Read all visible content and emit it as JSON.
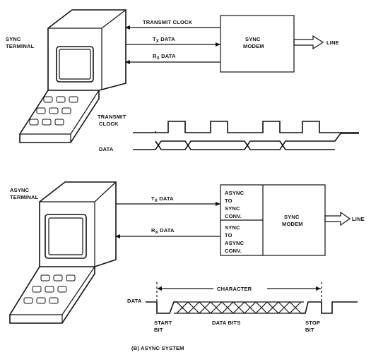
{
  "sync": {
    "terminal_label": [
      "SYNC",
      "TERMINAL"
    ],
    "transmit_clock_label": "TRANSMIT CLOCK",
    "tx_data_label": {
      "main": "T",
      "sub": "X",
      "rest": " DATA"
    },
    "rx_data_label": {
      "main": "R",
      "sub": "X",
      "rest": " DATA"
    },
    "modem_label": [
      "SYNC",
      "MODEM"
    ],
    "line_label": "LINE",
    "timing_clock_label": [
      "TRANSMIT",
      "CLOCK"
    ],
    "timing_data_label": "DATA"
  },
  "async": {
    "terminal_label": [
      "ASYNC",
      "TERMINAL"
    ],
    "tx_data_label": {
      "main": "T",
      "sub": "X",
      "rest": " DATA"
    },
    "rx_data_label": {
      "main": "R",
      "sub": "X",
      "rest": " DATA"
    },
    "converter_top_label": [
      "ASYNC",
      "TO",
      "SYNC",
      "CONV."
    ],
    "converter_bottom_label": [
      "SYNC",
      "TO",
      "ASYNC",
      "CONV."
    ],
    "modem_label": [
      "SYNC",
      "MODEM"
    ],
    "line_label": "LINE",
    "timing_data_label": "DATA",
    "character_label": "CHARACTER",
    "start_bit_label": [
      "START",
      "BIT"
    ],
    "data_bits_label": "DATA BITS",
    "stop_bit_label": [
      "STOP",
      "BIT"
    ]
  },
  "caption": "(B) ASYNC SYSTEM"
}
